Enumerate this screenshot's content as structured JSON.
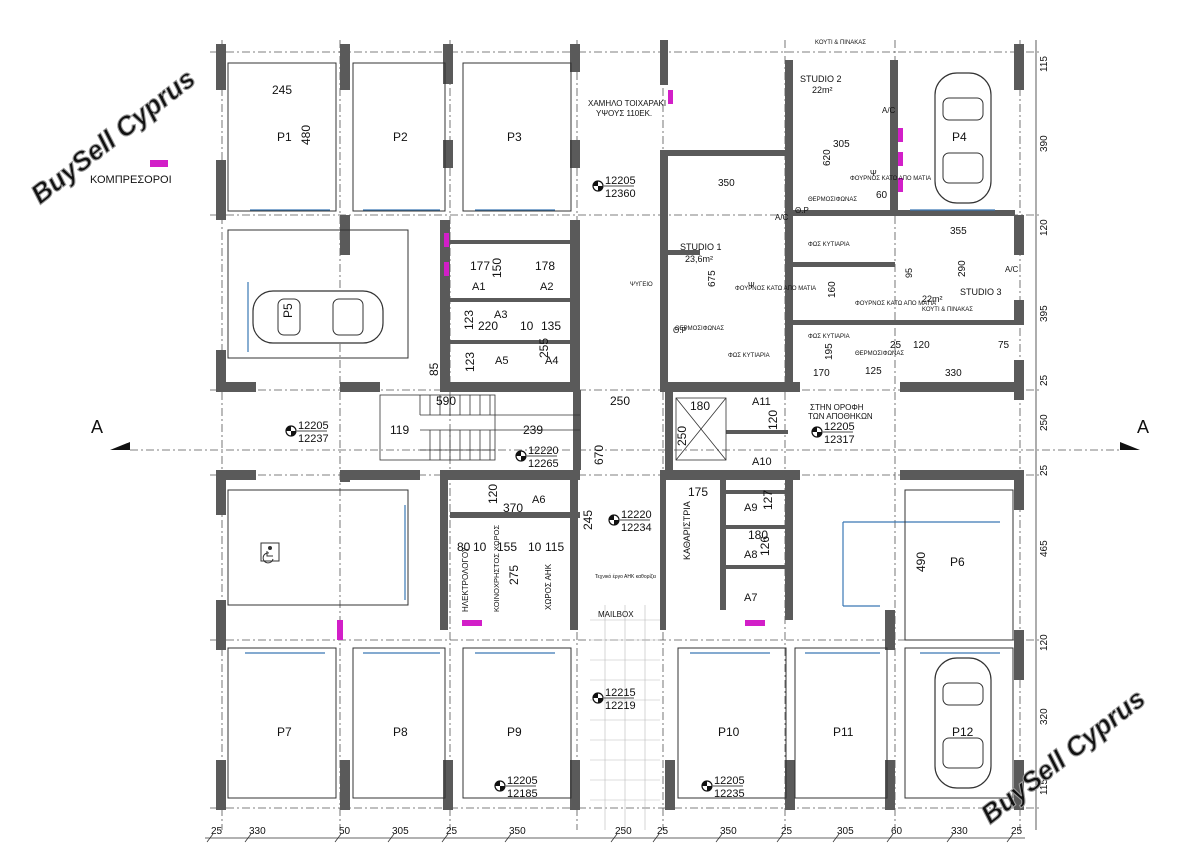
{
  "watermark": "BuySell Cyprus",
  "legend": {
    "label": "ΚΟΜΠΡΕΣΟΡΟΙ",
    "swatch_color": "#d21fc8"
  },
  "section_marker": "A",
  "parking": [
    "P1",
    "P2",
    "P3",
    "P4",
    "P5",
    "P6",
    "P7",
    "P8",
    "P9",
    "P10",
    "P11",
    "P12"
  ],
  "storage": [
    "A1",
    "A2",
    "A3",
    "A4",
    "A5",
    "A6",
    "A7",
    "A8",
    "A9",
    "A10",
    "A11"
  ],
  "studios": [
    {
      "name": "STUDIO 1",
      "area": "23,6m²"
    },
    {
      "name": "STUDIO 2",
      "area": "22m²"
    },
    {
      "name": "STUDIO 3",
      "area": "22m²"
    }
  ],
  "room_labels": {
    "electric": "ΗΛΕΚΤΡΟΛΟΓΟΥ",
    "common": "ΚΟΙΝΟΧΡΗΣΤΟΣ ΧΩΡΟΣ",
    "ahk": "ΧΩΡΟΣ ΑΗΚ",
    "cleaner": "ΚΑΘΑΡΙΣΤΡΙΑ",
    "mailbox": "MAILBOX",
    "low_wall_1": "ΧΑΜΗΛΟ ΤΟΙΧΑΡΑΚΙ",
    "low_wall_2": "ΥΨΟΥΣ 110ΕΚ.",
    "roof_1": "ΣΤΗΝ ΟΡΟΦΗ",
    "roof_2": "ΤΩΝ ΑΠΟΘΗΚΩΝ",
    "boiler": "ΘΕΡΜΟΣΙΦΩΝΑΣ",
    "fridge": "ΨΥΓΕΙΟ",
    "oven": "ΦΟΥΡΝΟΣ ΚΑΤΩ ΑΠΟ ΜΑΤΙΑ",
    "hood": "ΦΩΣ ΚΥΤΙΑΡΙΑ",
    "cables": "ΚΟΥΤΙ & ΠΙΝΑΚΑΣ",
    "note": "Τεχνικό έργο ΑΗΚ καθορίζει"
  },
  "levels": [
    {
      "a": "12205",
      "b": "12360"
    },
    {
      "a": "12205",
      "b": "12237"
    },
    {
      "a": "12220",
      "b": "12265"
    },
    {
      "a": "12205",
      "b": "12317"
    },
    {
      "a": "12220",
      "b": "12234"
    },
    {
      "a": "12215",
      "b": "12219"
    },
    {
      "a": "12205",
      "b": "12185"
    },
    {
      "a": "12205",
      "b": "12235"
    }
  ],
  "bottom_dims": [
    "25",
    "330",
    "50",
    "305",
    "25",
    "350",
    "250",
    "25",
    "350",
    "25",
    "305",
    "60",
    "330",
    "25"
  ],
  "right_dims": [
    "115",
    "390",
    "120",
    "395",
    "25",
    "250",
    "25",
    "465",
    "120",
    "320",
    "115"
  ],
  "inner_dims": [
    "245",
    "480",
    "177",
    "150",
    "178",
    "123",
    "220",
    "10",
    "135",
    "255",
    "123",
    "85",
    "590",
    "119",
    "239",
    "250",
    "670",
    "120",
    "370",
    "80",
    "10",
    "155",
    "10",
    "115",
    "275",
    "245",
    "175",
    "180",
    "250",
    "120",
    "127",
    "180",
    "126",
    "490",
    "350",
    "620",
    "305",
    "60",
    "675",
    "355",
    "290",
    "160",
    "95",
    "25",
    "120",
    "75",
    "330",
    "170",
    "125",
    "195"
  ],
  "fixtures": [
    "Ψ",
    "A/C",
    "Θ.Ρ"
  ]
}
